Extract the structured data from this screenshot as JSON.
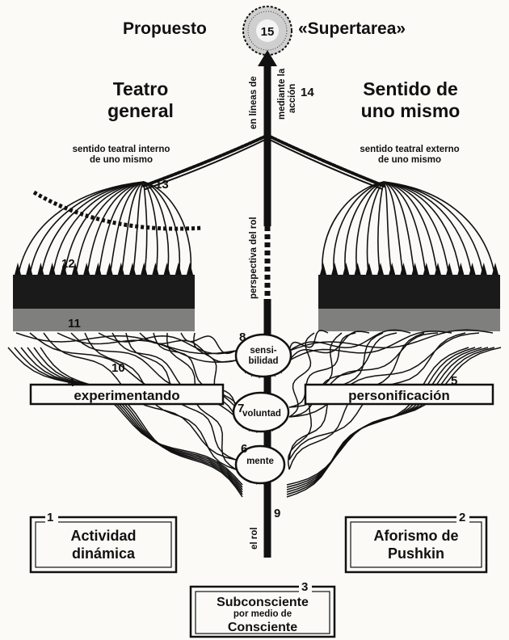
{
  "title_left": "Propuesto",
  "title_right": "«Supertarea»",
  "heading_left": [
    "Teatro",
    "general"
  ],
  "heading_right": [
    "Sentido de",
    "uno mismo"
  ],
  "sub_left": [
    "sentido teatral interno",
    "de uno mismo"
  ],
  "sub_right": [
    "sentido teatral externo",
    "de uno mismo"
  ],
  "axis_labels": {
    "lines_1": "en líneas de",
    "lines_2": "mediante la",
    "lines_3": "acción",
    "perspective": "perspectiva del rol",
    "role": "el rol"
  },
  "centers": {
    "sensibility_1": "sensi-",
    "sensibility_2": "bilidad",
    "will": "voluntad",
    "mind": "mente"
  },
  "bars": {
    "left": "experimentando",
    "right": "personificación"
  },
  "boxes": {
    "b1_num": "1",
    "b1_line1": "Actividad",
    "b1_line2": "dinámica",
    "b2_num": "2",
    "b2_line1": "Aforismo de",
    "b2_line2": "Pushkin",
    "b3_num": "3",
    "b3_line1": "Subconsciente",
    "b3_line2": "por medio de",
    "b3_line3": "Consciente"
  },
  "numbers": {
    "n4": "4",
    "n5": "5",
    "n6": "6",
    "n7": "7",
    "n8": "8",
    "n9": "9",
    "n10": "10",
    "n11": "11",
    "n12": "12",
    "n13": "13",
    "n14": "14",
    "n15": "15"
  }
}
